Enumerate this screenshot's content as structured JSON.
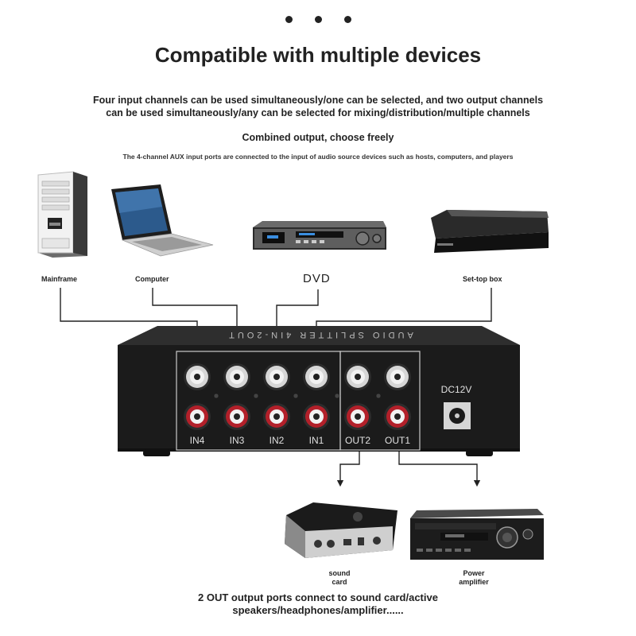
{
  "header": {
    "title": "Compatible with multiple devices",
    "subtitle_line1": "Four input channels can be used simultaneously/one can be selected, and two output channels",
    "subtitle_line2": "can be used simultaneously/any can be selected for mixing/distribution/multiple channels",
    "combined": "Combined output, choose freely",
    "note": "The 4-channel AUX input ports are connected to the input of audio source devices such as hosts, computers, and players"
  },
  "inputs": {
    "mainframe": "Mainframe",
    "computer": "Computer",
    "dvd": "DVD",
    "settop": "Set-top box"
  },
  "splitter": {
    "top_text": "AUDIO SPLITTER 4IN-2OUT",
    "power_label": "DC12V",
    "ports": [
      "IN4",
      "IN3",
      "IN2",
      "IN1",
      "OUT2",
      "OUT1"
    ]
  },
  "outputs": {
    "sound_card_1": "sound",
    "sound_card_2": "card",
    "amp_1": "Power",
    "amp_2": "amplifier"
  },
  "footer": {
    "line1": "2 OUT output ports connect to sound card/active",
    "line2": "speakers/headphones/amplifier......"
  },
  "colors": {
    "box": "#1b1b1b",
    "panel": "#2a2a2a",
    "red_ring": "#b3202a",
    "silver": "#c9c9c9"
  }
}
